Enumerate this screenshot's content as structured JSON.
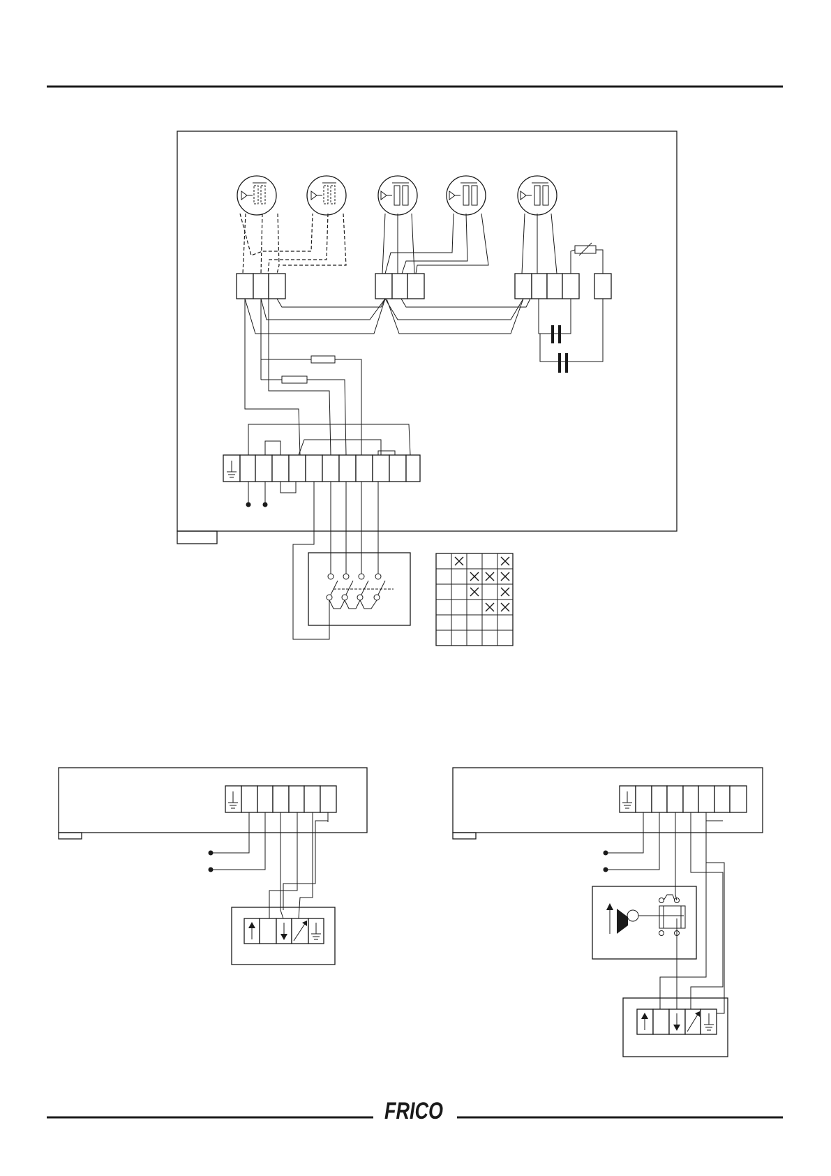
{
  "brand": {
    "logo_text": "FRICO"
  },
  "switch_table": {
    "rows": 6,
    "cols": 5,
    "marks": [
      [
        0,
        1
      ],
      [
        0,
        4
      ],
      [
        1,
        2
      ],
      [
        1,
        3
      ],
      [
        1,
        4
      ],
      [
        2,
        2
      ],
      [
        2,
        4
      ],
      [
        3,
        3
      ],
      [
        3,
        4
      ]
    ]
  },
  "colors": {
    "ink": "#1a1a1a",
    "paper": "#ffffff"
  }
}
